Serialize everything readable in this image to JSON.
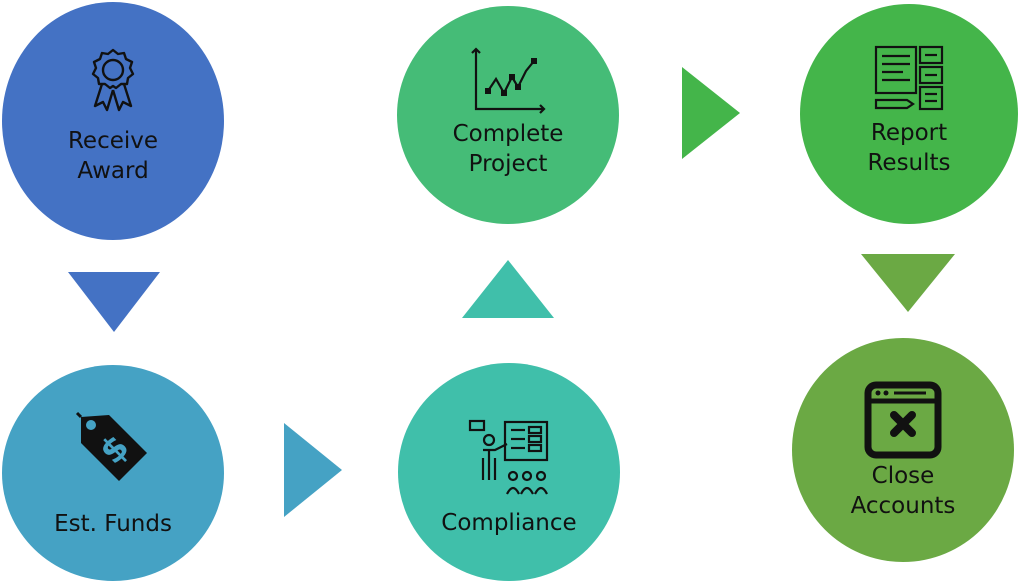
{
  "steps": [
    {
      "id": "receive",
      "label": "Receive\nAward",
      "icon": "award-ribbon-icon",
      "color": "#4472c4"
    },
    {
      "id": "funds",
      "label": "Est. Funds",
      "icon": "dollar-price-tag-icon",
      "color": "#45a2c4"
    },
    {
      "id": "compliance",
      "label": "Compliance",
      "icon": "presentation-board-icon",
      "color": "#40bfaa"
    },
    {
      "id": "complete",
      "label": "Complete\nProject",
      "icon": "line-chart-icon",
      "color": "#45bc77"
    },
    {
      "id": "report",
      "label": "Report\nResults",
      "icon": "report-documents-icon",
      "color": "#44b54a"
    },
    {
      "id": "close",
      "label": "Close\nAccounts",
      "icon": "close-window-icon",
      "color": "#6ba944"
    }
  ],
  "arrows": [
    {
      "from": "receive",
      "to": "funds",
      "direction": "down",
      "color": "#4472c4"
    },
    {
      "from": "funds",
      "to": "compliance",
      "direction": "right",
      "color": "#45a2c4"
    },
    {
      "from": "compliance",
      "to": "complete",
      "direction": "up",
      "color": "#40bfaa"
    },
    {
      "from": "complete",
      "to": "report",
      "direction": "right",
      "color": "#44b54a"
    },
    {
      "from": "report",
      "to": "close",
      "direction": "down",
      "color": "#6ba944"
    }
  ]
}
